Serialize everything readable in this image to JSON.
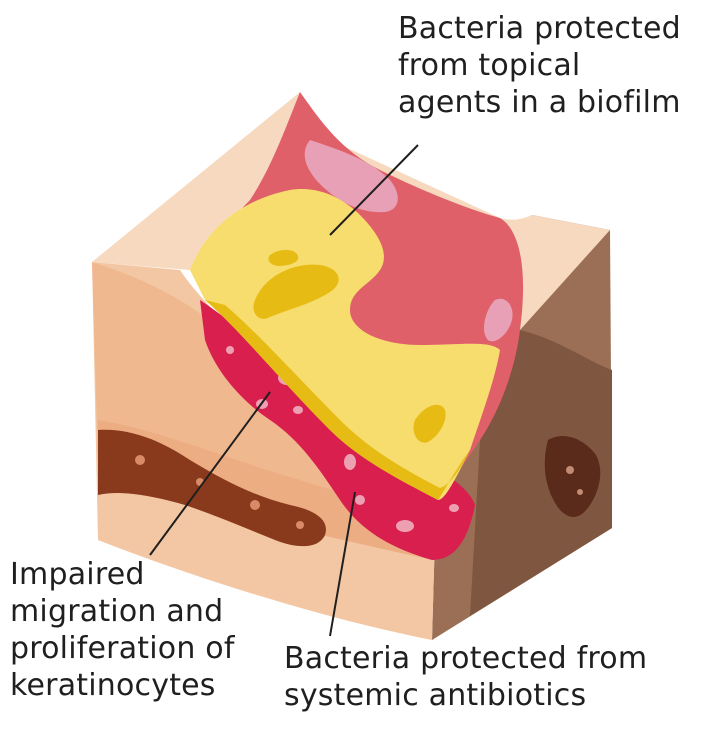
{
  "diagram": {
    "labels": {
      "biofilm_topical": [
        "Bacteria protected",
        "from topical",
        "agents in a biofilm"
      ],
      "keratinocytes": [
        "Impaired",
        "migration and",
        "proliferation of",
        "keratinocytes"
      ],
      "systemic": [
        "Bacteria protected from",
        "systemic antibiotics"
      ]
    },
    "colors": {
      "skin_top": "#f7d9bf",
      "skin_front": "#f3c7a3",
      "skin_side": "#9b6f55",
      "wound_bed": "#e0606a",
      "wound_deep": "#d81f4e",
      "biofilm": "#f7dc6e",
      "biofilm_deep": "#e6bc14",
      "vessel": "#8a3a1c",
      "leader_line": "#1f1f1f"
    }
  }
}
